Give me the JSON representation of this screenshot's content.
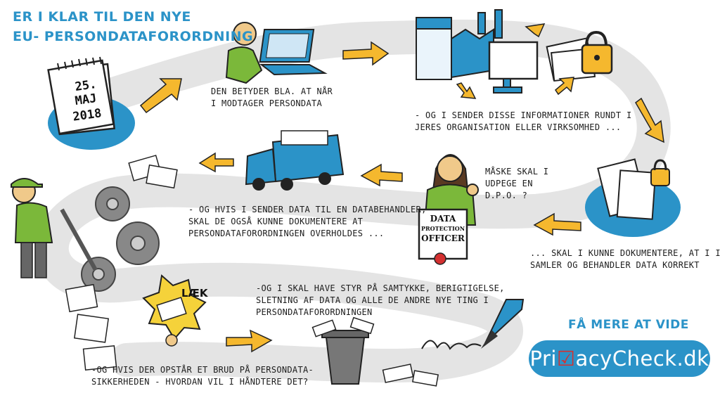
{
  "title": {
    "line1": "ER I KLAR TIL DEN NYE",
    "line2": "EU- PERSONDATAFORORDNING"
  },
  "calendar": {
    "day": "25.",
    "month": "MAJ",
    "year": "2018"
  },
  "steps": {
    "receive": "DEN BETYDER BLA. AT NÅR\nI MODTAGER PERSONDATA",
    "share": "- OG I SENDER DISSE INFORMATIONER RUNDT I\nJERES ORGANISATION ELLER VIRKSOMHED ...",
    "document": "... SKAL I KUNNE DOKUMENTERE, AT I IND-\nSAMLER OG BEHANDLER DATA KORREKT",
    "dpo_question": "MÅSKE SKAL I\nUDPEGE EN\nD.P.O. ?",
    "processor": "- OG HVIS I SENDER DATA TIL EN DATABEHANDLER,\nSKAL DE OGSÅ KUNNE DOKUMENTERE AT\nPERSONDATAFORORDNINGEN OVERHOLDES ...",
    "consent": "-OG I SKAL HAVE STYR PÅ SAMTYKKE, BERIGTIGELSE,\nSLETNING AF DATA OG ALLE DE ANDRE NYE TING I\nPERSONDATAFORORDNINGEN",
    "breach": "-OG HVIS DER OPSTÅR ET BRUD PÅ PERSONDATA-\nSIKKERHEDEN - HVORDAN VIL I HÅNDTERE DET?"
  },
  "dpo_badge": {
    "line1": "DATA",
    "line2": "PROTECTION",
    "line3": "OFFICER"
  },
  "breach_label": "LÆK",
  "learn_more": "FÅ MERE AT VIDE",
  "brand": {
    "pre": "Pri",
    "mark": "☑",
    "post": "acyCheck.dk"
  },
  "colors": {
    "accent_blue": "#2b93c8",
    "arrow_yellow": "#f5b82e",
    "road_grey": "#e4e4e4",
    "shirt_green": "#7bb83a"
  }
}
